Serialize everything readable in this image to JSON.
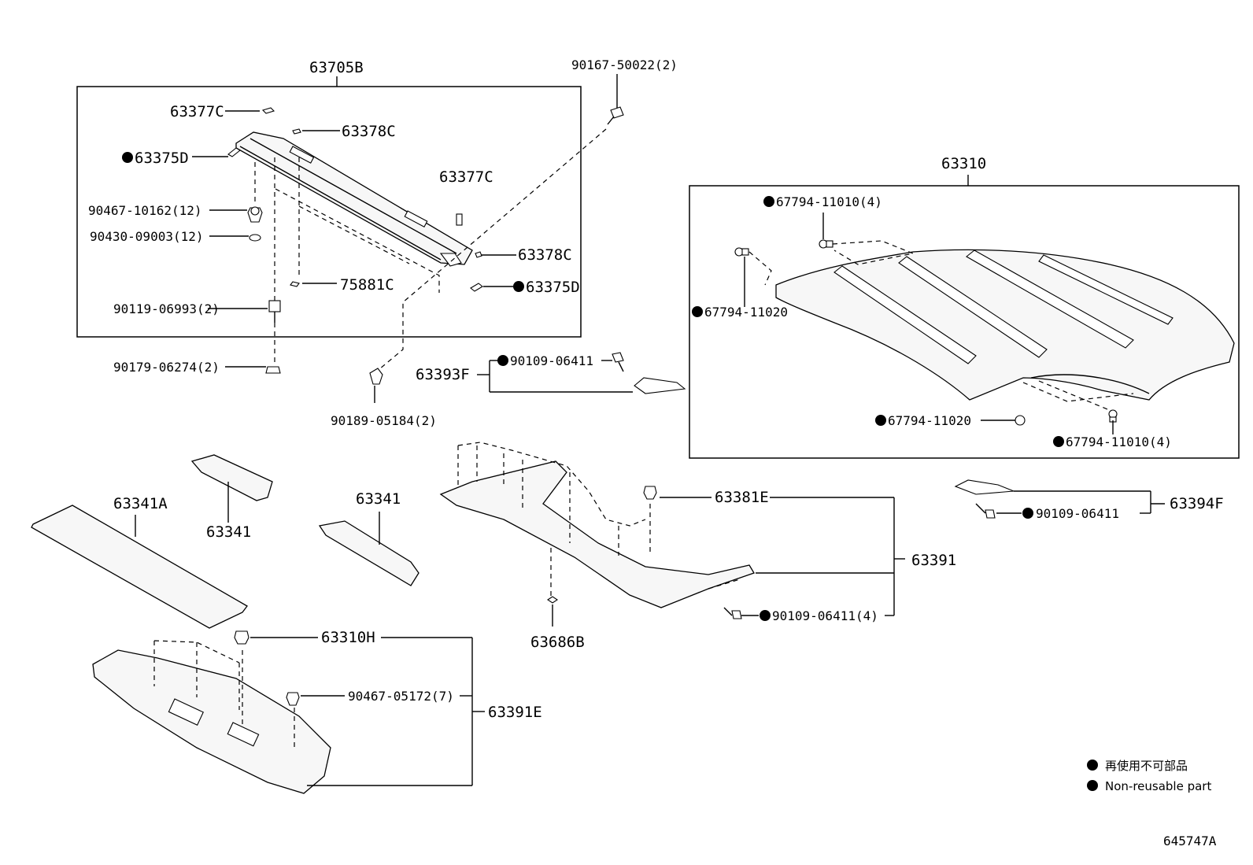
{
  "labels": {
    "p63705B": "63705B",
    "p63377C_a": "63377C",
    "p63378C_a": "63378C",
    "p63375D_a": "63375D",
    "p63377C_b": "63377C",
    "p90467_10162": "90467-10162(12)",
    "p90430_09003": "90430-09003(12)",
    "p63378C_b": "63378C",
    "p75881C": "75881C",
    "p63375D_b": "63375D",
    "p90119_06993": "90119-06993(2)",
    "p90179_06274": "90179-06274(2)",
    "p90189_05184": "90189-05184(2)",
    "p90167_50022": "90167-50022(2)",
    "p63310": "63310",
    "p67794_11010_a": "67794-11010(4)",
    "p67794_11020_a": "67794-11020",
    "p67794_11020_b": "67794-11020",
    "p67794_11010_b": "67794-11010(4)",
    "p63393F": "63393F",
    "p90109_06411_a": "90109-06411",
    "p63341A": "63341A",
    "p63341_a": "63341",
    "p63341_b": "63341",
    "p63381E": "63381E",
    "p63391": "63391",
    "p90109_06411_4": "90109-06411(4)",
    "p63686B": "63686B",
    "p63394F": "63394F",
    "p90109_06411_b": "90109-06411",
    "p63310H": "63310H",
    "p90467_05172": "90467-05172(7)",
    "p63391E": "63391E"
  },
  "legend": {
    "line1": "再使用不可部品",
    "line2": "Non-reusable part"
  },
  "figure_id": "645747A"
}
